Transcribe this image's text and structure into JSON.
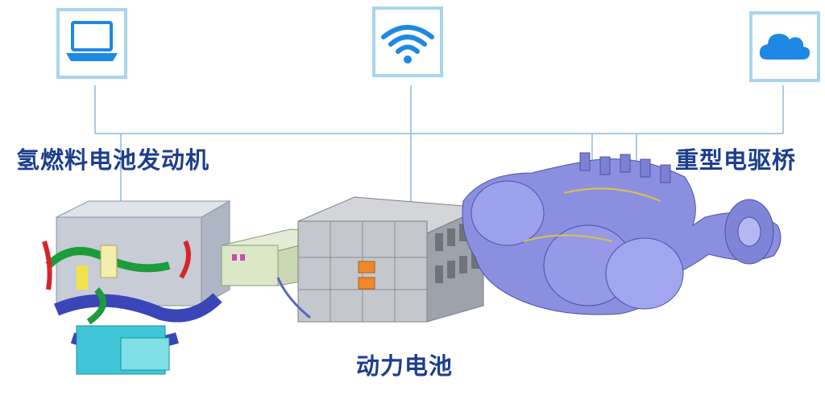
{
  "labels": {
    "fuel_cell_engine": "氢燃料电池发动机",
    "power_battery": "动力电池",
    "heavy_axle": "重型电驱桥"
  },
  "icons": {
    "left": "laptop-icon",
    "center": "wifi-icon",
    "right": "cloud-icon"
  },
  "colors": {
    "label_text": "#1e3e8c",
    "icon_frame": "#a9d4ee",
    "icon_fill": "#1e88e5",
    "connector_line": "#8fb8dc"
  }
}
